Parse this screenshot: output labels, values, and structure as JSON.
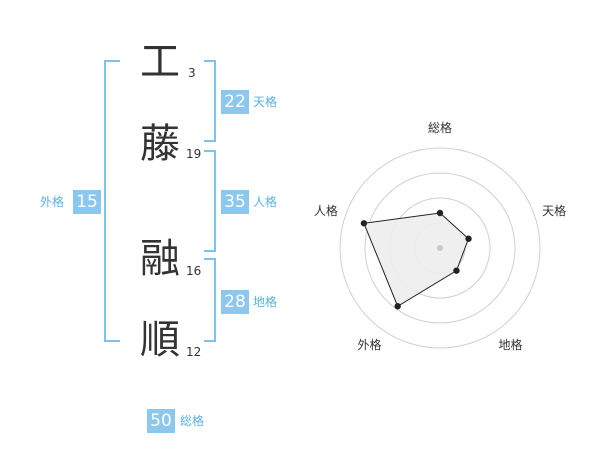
{
  "name": {
    "chars": [
      {
        "char": "工",
        "strokes": "3"
      },
      {
        "char": "藤",
        "strokes": "19"
      },
      {
        "char": "融",
        "strokes": "16"
      },
      {
        "char": "順",
        "strokes": "12"
      }
    ]
  },
  "fortunes": {
    "tenkaku": {
      "value": "22",
      "label": "天格"
    },
    "jinkaku": {
      "value": "35",
      "label": "人格"
    },
    "chikaku": {
      "value": "28",
      "label": "地格"
    },
    "gaikaku": {
      "value": "15",
      "label": "外格"
    },
    "soukaku": {
      "value": "50",
      "label": "総格"
    }
  },
  "colors": {
    "accent": "#8cc8ee",
    "bracket": "#7cc2ef",
    "label": "#5ab0e4"
  },
  "chart_data": {
    "type": "radar",
    "axes": [
      "総格",
      "天格",
      "地格",
      "外格",
      "人格"
    ],
    "values": [
      0.35,
      0.3,
      0.28,
      0.72,
      0.8
    ],
    "rings": 4
  }
}
